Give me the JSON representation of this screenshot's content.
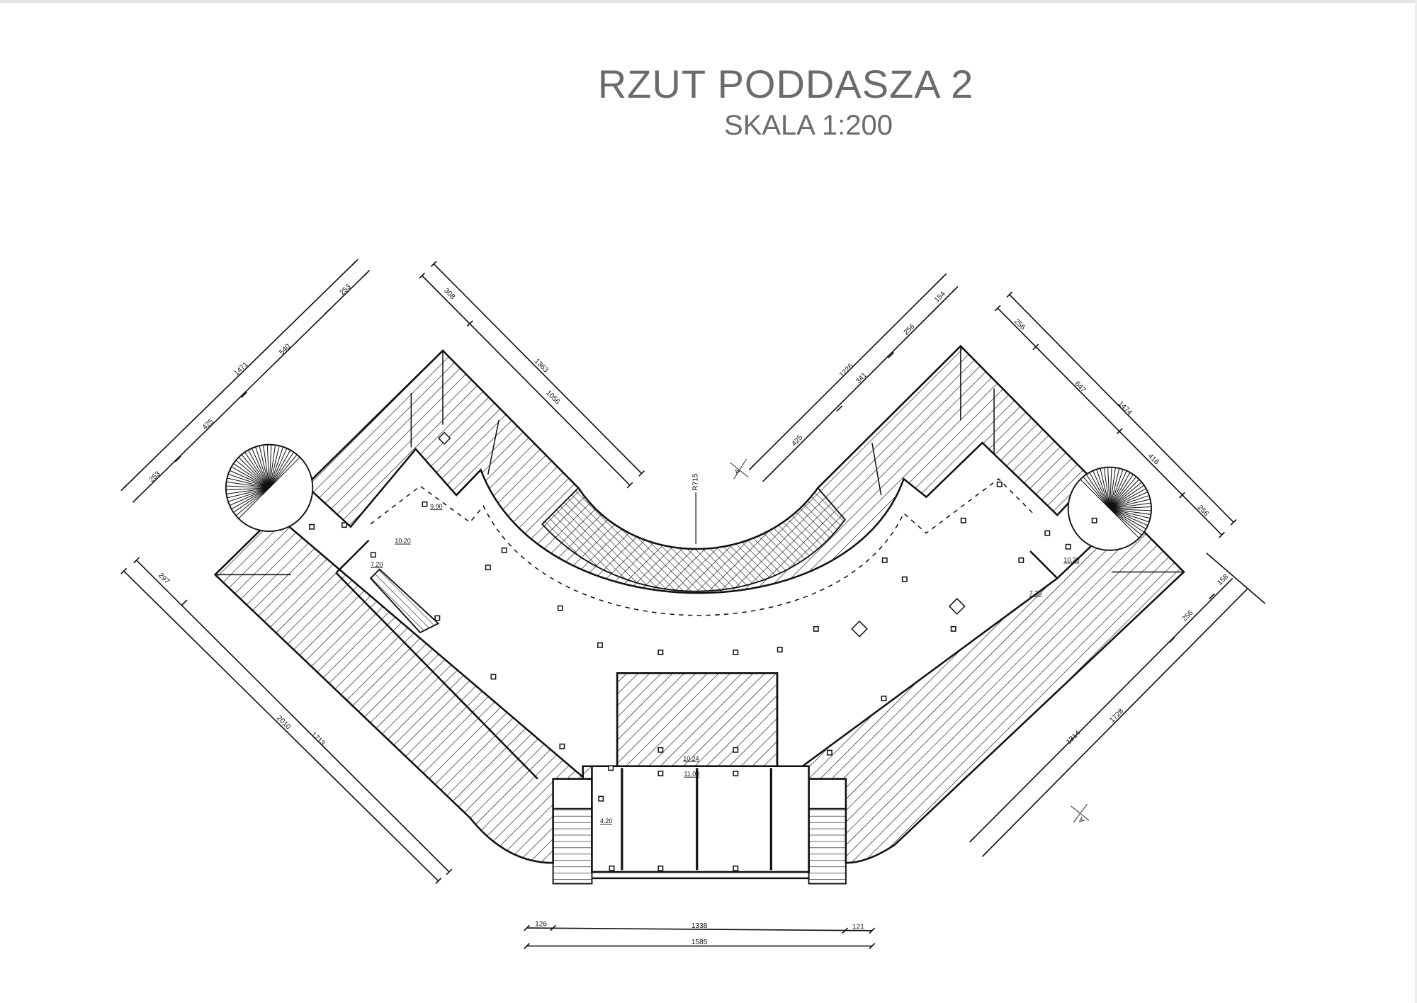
{
  "title": "RZUT PODDASZA 2",
  "subtitle": "SKALA 1:200",
  "radius_label": "R715",
  "section_marker": "A",
  "dimensions": {
    "top_left": {
      "total": "1471",
      "segments": [
        "253",
        "425",
        "540",
        "253"
      ]
    },
    "top_center_left": {
      "total": "1363",
      "segments": [
        "308",
        "1056"
      ]
    },
    "top_center_right": {
      "total": "1226",
      "segments": [
        "425",
        "341",
        "256",
        "154"
      ]
    },
    "top_right": {
      "total": "1474",
      "segments": [
        "256",
        "647",
        "416",
        "256"
      ]
    },
    "bottom_right": {
      "total": "1728",
      "segments": [
        "1314",
        "256",
        "158"
      ]
    },
    "bottom_left": {
      "total": "2010",
      "segments": [
        "297",
        "1713"
      ]
    },
    "bottom": {
      "total": "1585",
      "segments": [
        "126",
        "1338",
        "121"
      ]
    }
  },
  "levels": [
    "9.90",
    "10.20",
    "7.20",
    "4.20",
    "10.24",
    "11.00",
    "10.20",
    "7.20"
  ]
}
